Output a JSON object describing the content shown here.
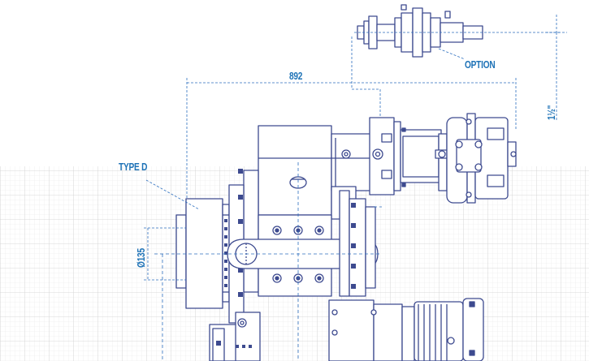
{
  "labels": {
    "option": "OPTION",
    "width_dimension": "892",
    "pipe_size": "1½\"",
    "type": "TYPE D",
    "diameter": "Ø135"
  },
  "colors": {
    "drawing_line": "#3d4a8f",
    "dimension": "#2d6fbf",
    "label_text": "#1f73b7",
    "grid_minor": "#e6e6e6",
    "grid_major": "#cfcfcf",
    "background": "#ffffff"
  }
}
